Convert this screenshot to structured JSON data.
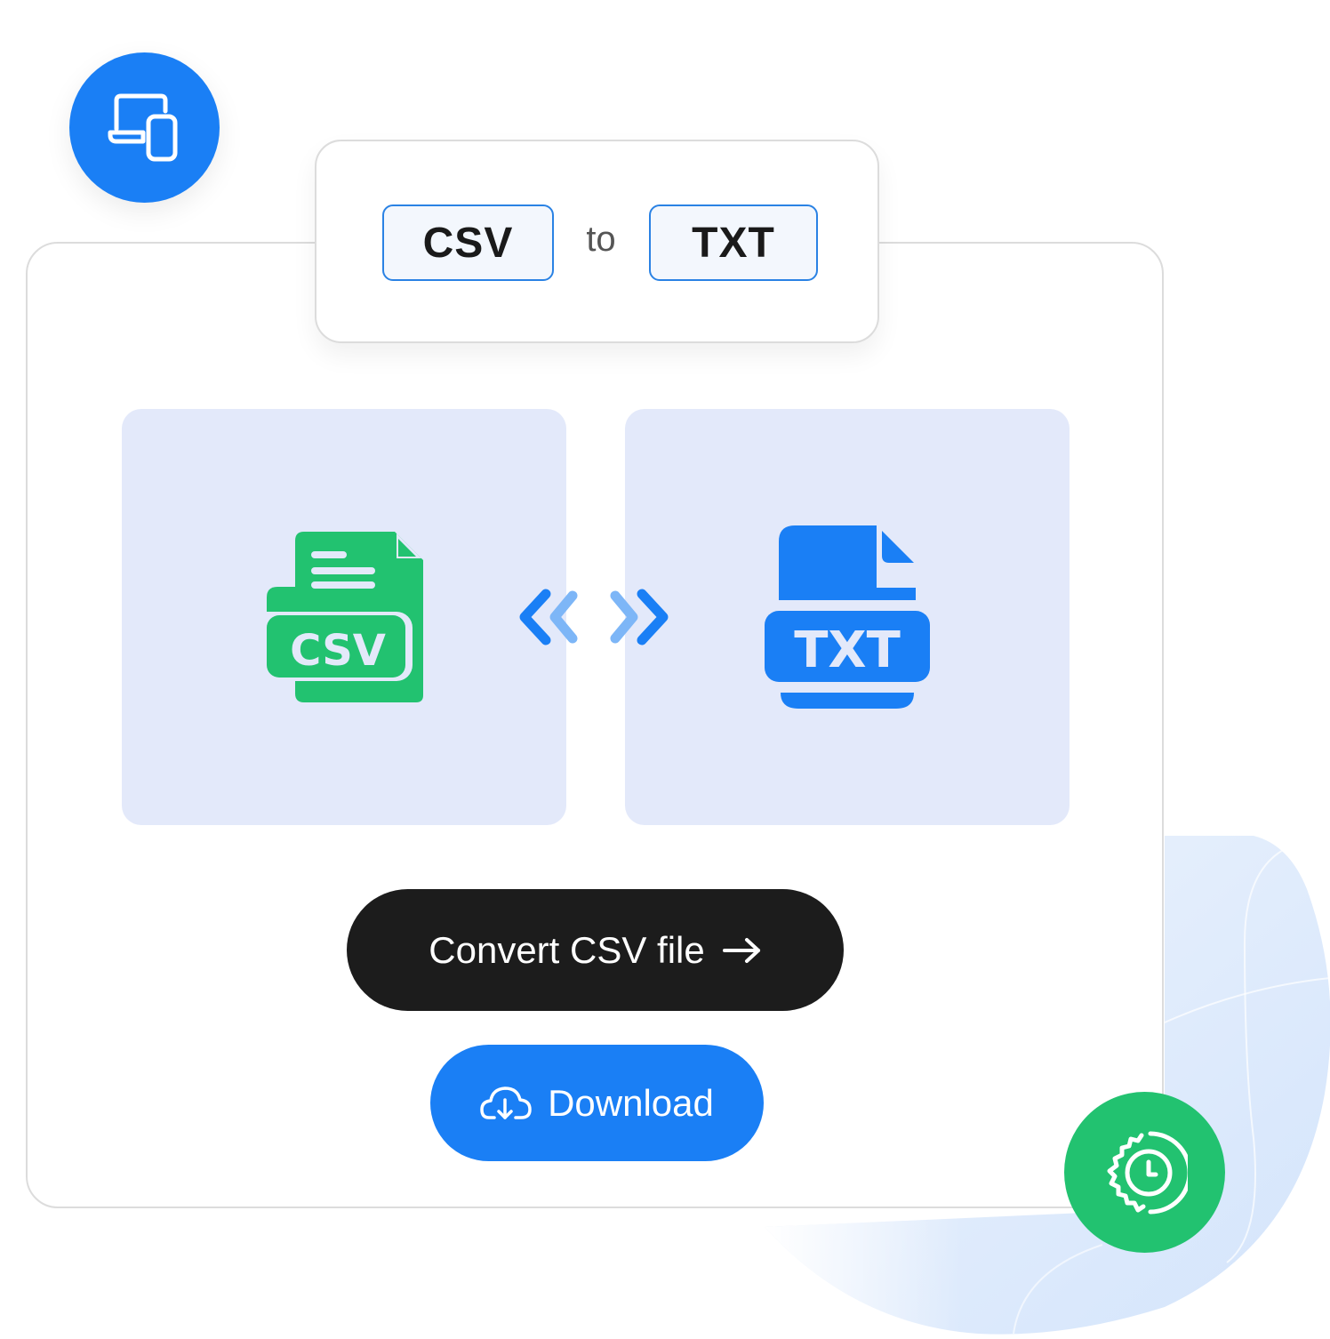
{
  "header": {
    "from_format": "CSV",
    "separator": "to",
    "to_format": "TXT"
  },
  "source_file": {
    "icon": "csv-file-icon",
    "label": "CSV",
    "color": "#22c270"
  },
  "target_file": {
    "icon": "txt-file-icon",
    "label": "TXT",
    "color": "#1a7ff5"
  },
  "swap_indicator": {
    "icon": "double-chevron-arrows-icon"
  },
  "actions": {
    "convert_label": "Convert CSV file",
    "convert_icon": "arrow-right-icon",
    "download_label": "Download",
    "download_icon": "cloud-download-icon"
  },
  "badges": {
    "devices_icon": "laptop-phone-icon",
    "schedule_icon": "gear-clock-icon"
  },
  "colors": {
    "primary_blue": "#1a7ff5",
    "success_green": "#22c270",
    "dark_button": "#1c1c1c",
    "panel_bg": "#e3e9fa",
    "border": "#dcdcdc"
  }
}
